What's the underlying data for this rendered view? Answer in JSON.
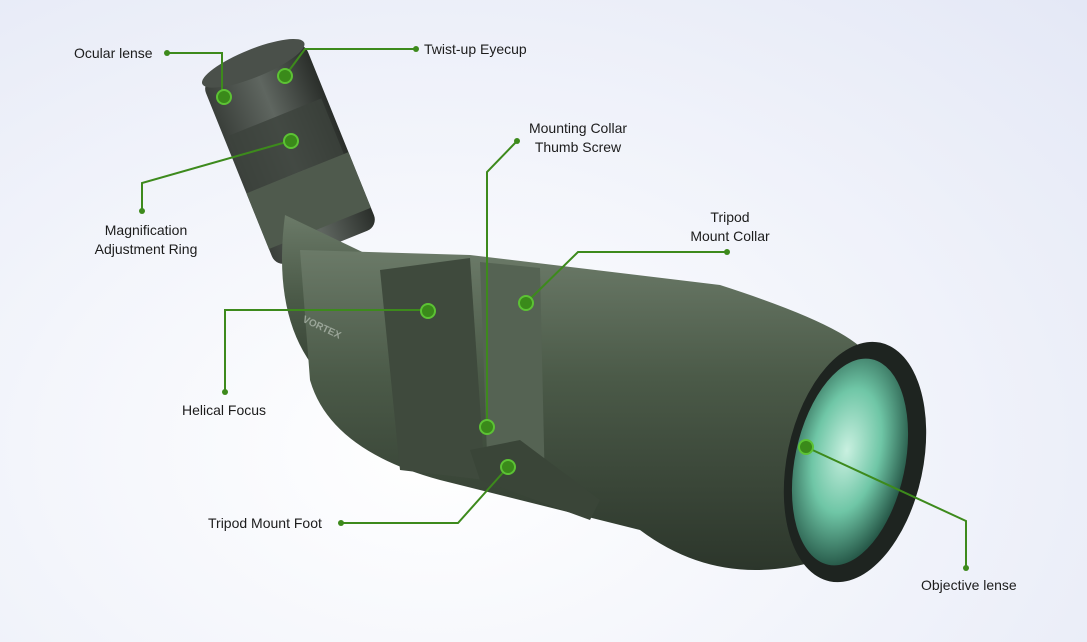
{
  "colors": {
    "leader_line": "#3d8a1c",
    "scope_body": "#4a5a4a",
    "lens": "#7fd0b4",
    "background": "#eef1f9"
  },
  "labels": {
    "ocular_lense": "Ocular lense",
    "twist_up_eyecup": "Twist-up Eyecup",
    "magnification_line1": "Magnification",
    "magnification_line2": "Adjustment Ring",
    "mounting_collar_line1": "Mounting Collar",
    "mounting_collar_line2": "Thumb Screw",
    "tripod_mount_collar_line1": "Tripod",
    "tripod_mount_collar_line2": "Mount Collar",
    "helical_focus": "Helical Focus",
    "tripod_mount_foot": "Tripod Mount Foot",
    "objective_lense": "Objective lense"
  },
  "brand_text": "VORTEX"
}
